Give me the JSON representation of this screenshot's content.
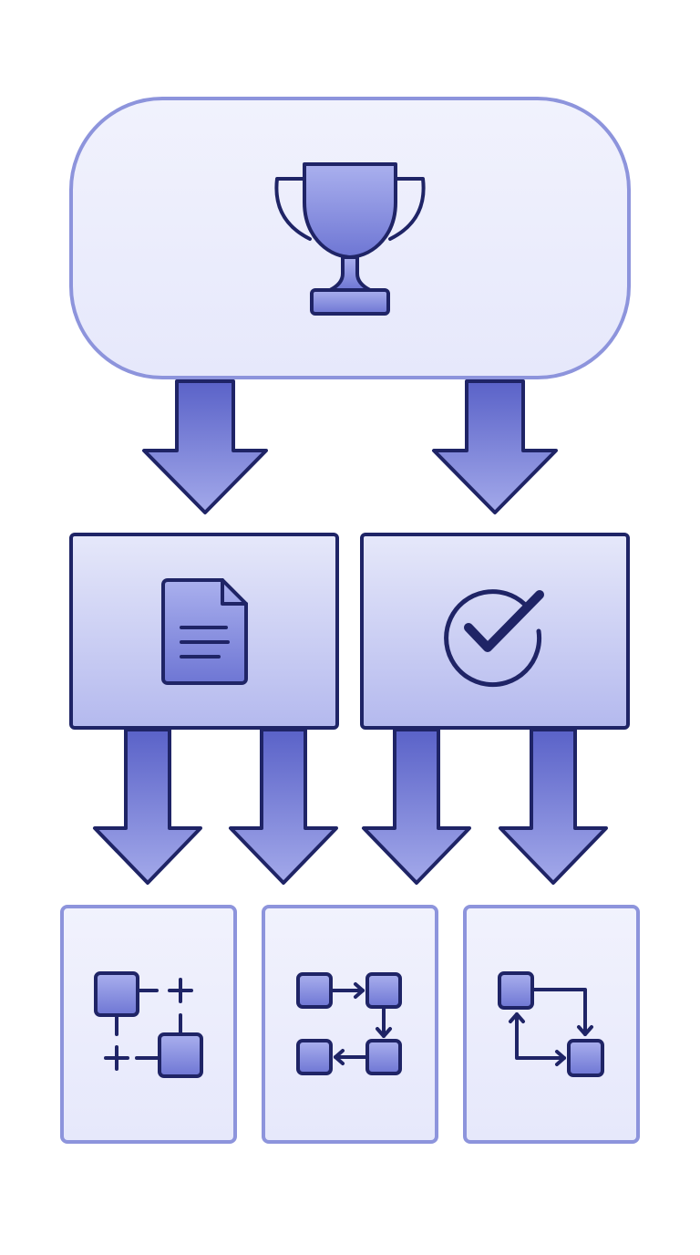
{
  "diagram": {
    "nodes": [
      {
        "id": "goal",
        "icon": "trophy-icon",
        "level": 0
      },
      {
        "id": "plan",
        "icon": "document-icon",
        "level": 1
      },
      {
        "id": "verify",
        "icon": "check-circle-icon",
        "level": 1
      },
      {
        "id": "expand",
        "icon": "branching-nodes-icon",
        "level": 2
      },
      {
        "id": "sequence",
        "icon": "sequential-flow-icon",
        "level": 2
      },
      {
        "id": "cycle",
        "icon": "cycle-loop-icon",
        "level": 2
      }
    ],
    "edges": [
      {
        "from": "goal",
        "to": "plan"
      },
      {
        "from": "goal",
        "to": "verify"
      },
      {
        "from": "plan",
        "to": "expand"
      },
      {
        "from": "plan",
        "to": "sequence"
      },
      {
        "from": "verify",
        "to": "sequence"
      },
      {
        "from": "verify",
        "to": "cycle"
      }
    ],
    "colors": {
      "stroke_dark": "#1f2466",
      "stroke_soft": "#8d94dc",
      "top_fill": "#eceefc",
      "mid_fill_top": "#e6e8fa",
      "mid_fill_bottom": "#b4b9ee",
      "bottom_fill": "#eceefc",
      "arrow_top": "#5a62c8",
      "arrow_bottom": "#a3a9ea",
      "icon_fill_top": "#aab0ee",
      "icon_fill_bottom": "#6e76d4"
    }
  }
}
